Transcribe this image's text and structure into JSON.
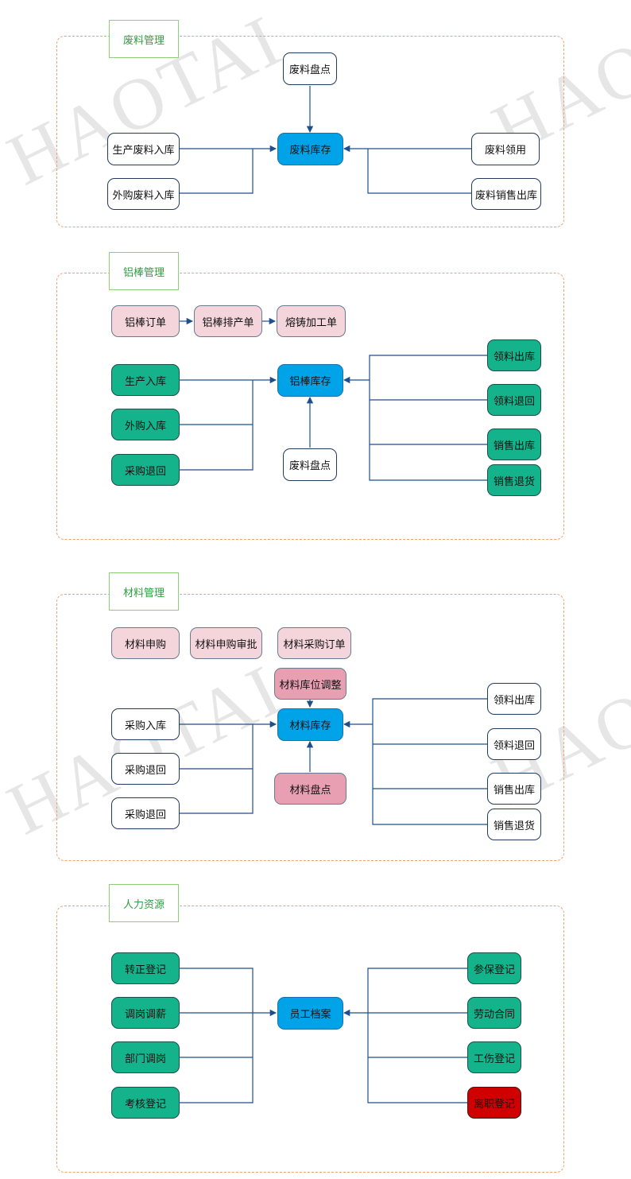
{
  "watermark": "HAOTAI",
  "colors": {
    "panel_border": "#f0a070",
    "tag_border": "#8cd07a",
    "tag_text": "#2e9e3f",
    "line": "#1d4f8a",
    "hub": "#00a2e8",
    "green": "#14b38c",
    "pink": "#f5d5dc",
    "pink_dark": "#e89fb2",
    "red": "#d10000"
  },
  "sections": {
    "scrap": {
      "title": "废料管理",
      "nodes": {
        "count": "废料盘点",
        "stock": "废料库存",
        "prod_in": "生产废料入库",
        "buy_in": "外购废料入库",
        "use": "废料领用",
        "sale_out": "废料销售出库"
      }
    },
    "bar": {
      "title": "铝棒管理",
      "nodes": {
        "order": "铝棒订单",
        "schedule": "铝棒排产单",
        "cast": "熔铸加工单",
        "stock": "铝棒库存",
        "prod_in": "生产入库",
        "buy_in": "外购入库",
        "purchase_return": "采购退回",
        "count": "废料盘点",
        "pick_out": "领料出库",
        "pick_return": "领料退回",
        "sale_out": "销售出库",
        "sale_return": "销售退货"
      }
    },
    "material": {
      "title": "材料管理",
      "nodes": {
        "request": "材料申购",
        "approve": "材料申购审批",
        "po": "材料采购订单",
        "adjust": "材料库位调整",
        "stock": "材料库存",
        "count": "材料盘点",
        "buy_in": "采购入库",
        "return1": "采购退回",
        "return2": "采购退回",
        "pick_out": "领料出库",
        "pick_return": "领料退回",
        "sale_out": "销售出库",
        "sale_return": "销售退货"
      }
    },
    "hr": {
      "title": "人力资源",
      "nodes": {
        "archive": "员工档案",
        "confirm": "转正登记",
        "transfer": "调岗调薪",
        "dept": "部门调岗",
        "assess": "考核登记",
        "insurance": "参保登记",
        "contract": "劳动合同",
        "injury": "工伤登记",
        "leave": "离职登记"
      }
    }
  }
}
